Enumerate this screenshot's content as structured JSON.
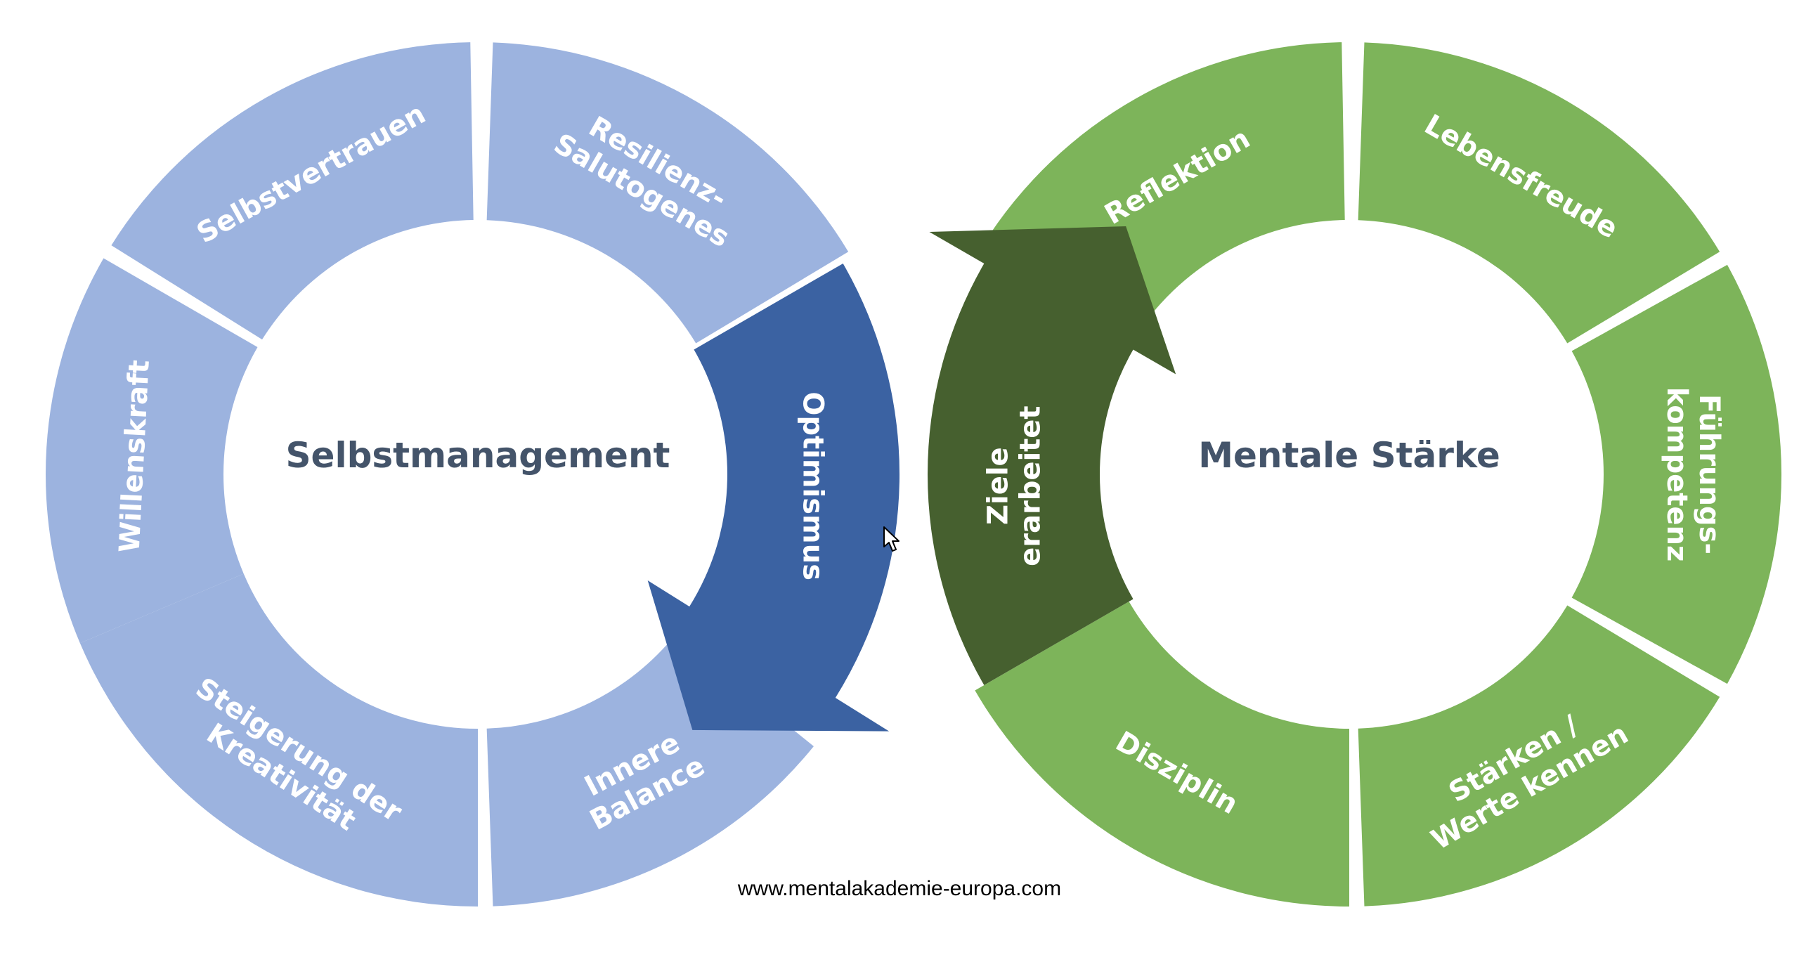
{
  "colors": {
    "left_segment": "#9cb3df",
    "left_arrow": "#3b62a2",
    "right_segment": "#7db45a",
    "right_arrow": "#46602f",
    "title_text": "#44546a",
    "segment_text": "#ffffff"
  },
  "left_cycle": {
    "title": "Selbstmanagement",
    "arrow": {
      "lines": [
        "Optimismus"
      ]
    },
    "segments": [
      {
        "lines": [
          "Resilienz-",
          "Salutogenes"
        ]
      },
      {
        "lines": [
          "Innere",
          "Balance"
        ]
      },
      {
        "lines": [
          "Steigerung der",
          "Kreativität"
        ]
      },
      {
        "lines": [
          "Willenskraft"
        ]
      },
      {
        "lines": [
          "Selbstvertrauen"
        ]
      }
    ]
  },
  "right_cycle": {
    "title": "Mentale Stärke",
    "arrow": {
      "lines": [
        "Ziele",
        "erarbeitet"
      ]
    },
    "segments": [
      {
        "lines": [
          "Reflektion"
        ]
      },
      {
        "lines": [
          "Lebensfreude"
        ]
      },
      {
        "lines": [
          "Führungs-",
          "kompetenz"
        ]
      },
      {
        "lines": [
          "Stärken /",
          "Werte kennen"
        ]
      },
      {
        "lines": [
          "Disziplin"
        ]
      }
    ]
  },
  "footer": {
    "url": "www.mentalakademie-europa.com"
  },
  "icons": {
    "cursor": "mouse-pointer-icon"
  }
}
